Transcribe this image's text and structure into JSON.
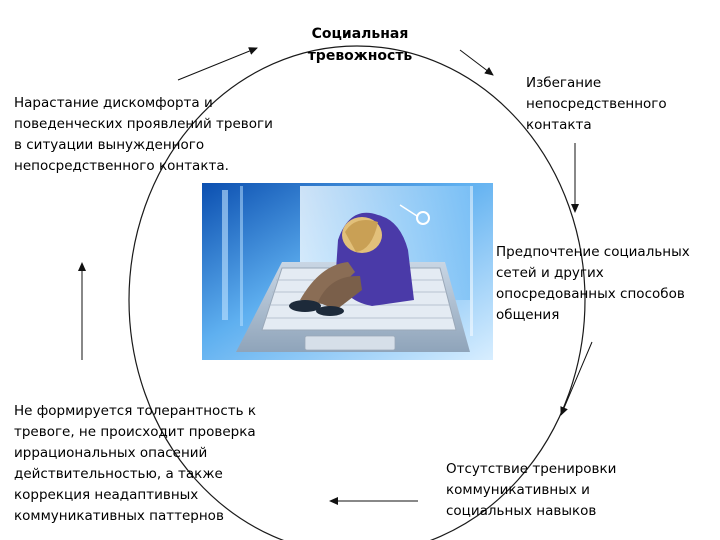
{
  "diagram": {
    "center": {
      "title": "Социальная\nтревожность"
    },
    "nodes": [
      {
        "id": "avoid",
        "text": "Избегание\nнепосредственного\nконтакта"
      },
      {
        "id": "pref",
        "text": "Предпочтение социальных\nсетей и других\nопосредованных способов\nобщения"
      },
      {
        "id": "train",
        "text": "Отсутствие тренировки\nкоммуникативных и\nсоциальных навыков"
      },
      {
        "id": "tol",
        "text": "Не формируется толерантность к\nтревоге, не происходит проверка\nиррациональных опасений\nдействительностью, а также\nкоррекция неадаптивных\nкоммуникативных паттернов"
      },
      {
        "id": "growth",
        "text": "Нарастание дискомфорта и\nповеденческих проявлений тревоги\nв ситуации вынужденного\nнепосредственного контакта."
      }
    ],
    "colors": {
      "circle": "#1a1a1a",
      "arrow": "#111111",
      "screen_blue": "#3f8fd8",
      "hoodie": "#4a3aa8"
    }
  }
}
